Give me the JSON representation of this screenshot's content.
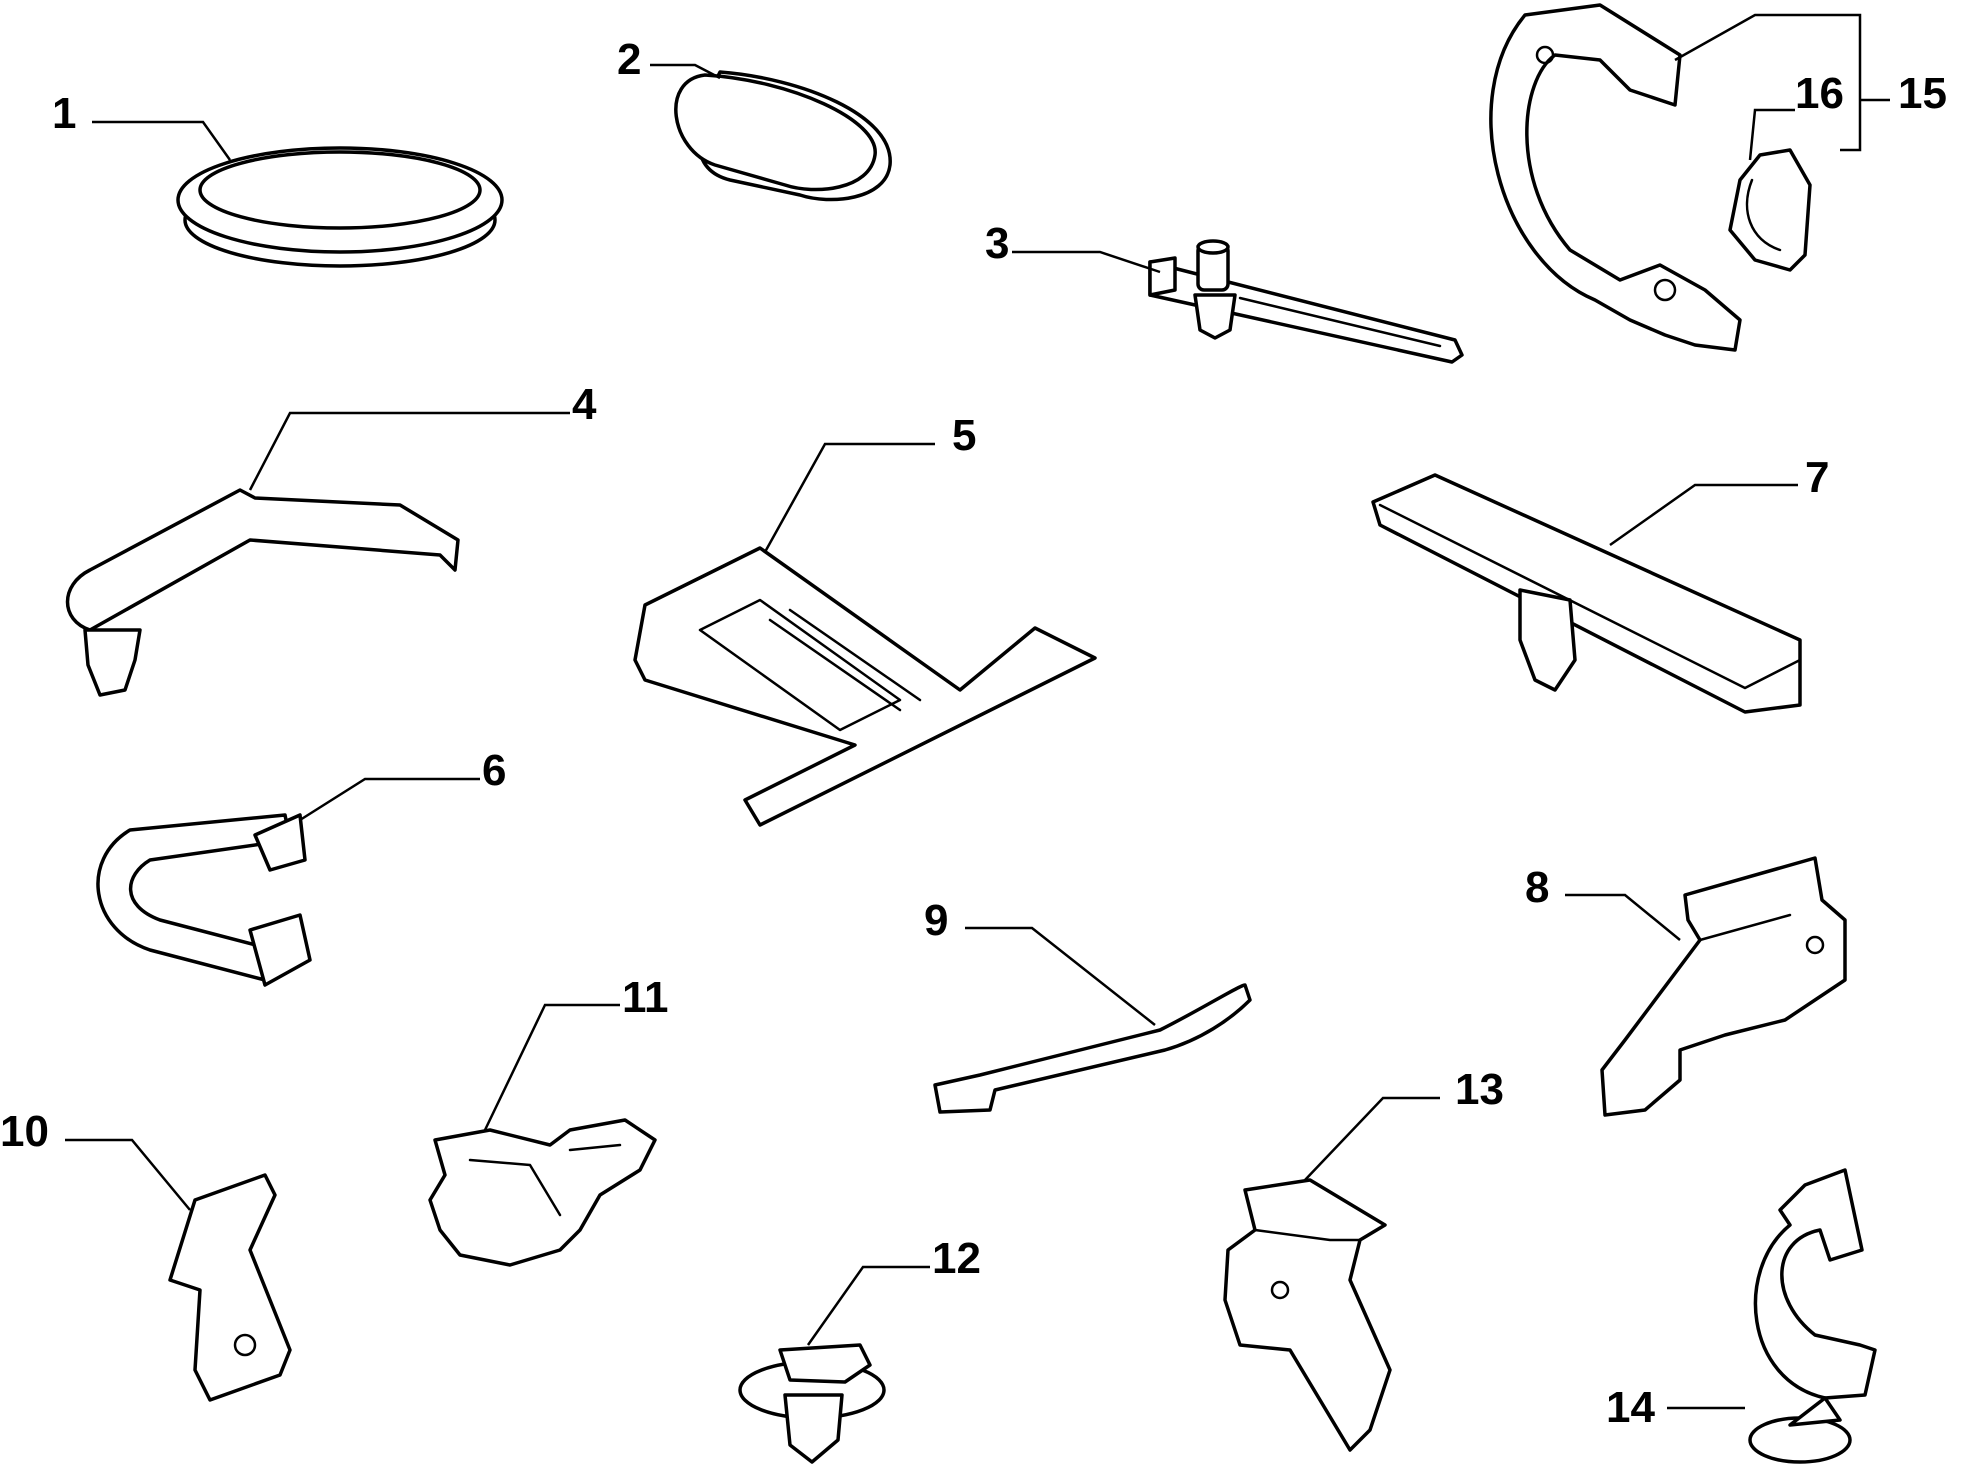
{
  "callouts": [
    {
      "id": "p1",
      "label": "1"
    },
    {
      "id": "p2",
      "label": "2"
    },
    {
      "id": "p3",
      "label": "3"
    },
    {
      "id": "p4",
      "label": "4"
    },
    {
      "id": "p5",
      "label": "5"
    },
    {
      "id": "p6",
      "label": "6"
    },
    {
      "id": "p7",
      "label": "7"
    },
    {
      "id": "p8",
      "label": "8"
    },
    {
      "id": "p9",
      "label": "9"
    },
    {
      "id": "p10",
      "label": "10"
    },
    {
      "id": "p11",
      "label": "11"
    },
    {
      "id": "p12",
      "label": "12"
    },
    {
      "id": "p13",
      "label": "13"
    },
    {
      "id": "p14",
      "label": "14"
    },
    {
      "id": "p15",
      "label": "15"
    },
    {
      "id": "p16",
      "label": "16"
    }
  ],
  "colors": {
    "line": "#000000",
    "background": "#ffffff"
  }
}
